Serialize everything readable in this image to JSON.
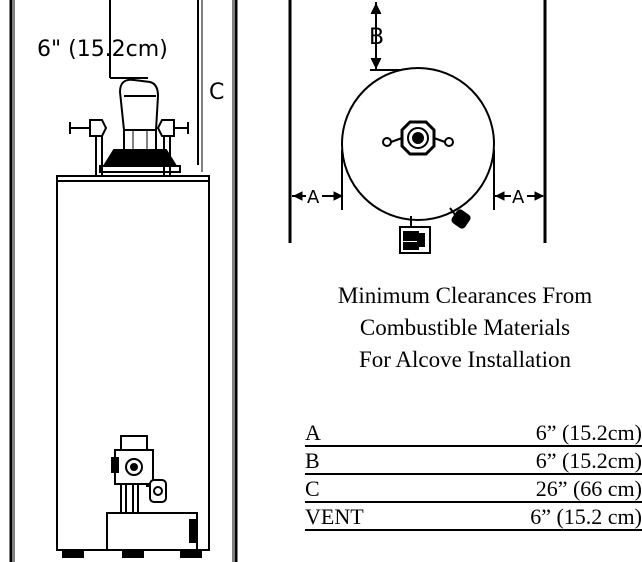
{
  "front_view": {
    "vent_label": "6\" (15.2cm)",
    "dim_c_label": "C"
  },
  "top_view": {
    "dim_b_label": "B",
    "dim_a_left_label": "A",
    "dim_a_right_label": "A"
  },
  "caption": {
    "line1": "Minimum Clearances From",
    "line2": "Combustible Materials",
    "line3": "For Alcove Installation"
  },
  "clearances": [
    {
      "key": "A",
      "value": "6” (15.2cm)"
    },
    {
      "key": "B",
      "value": "6” (15.2cm)"
    },
    {
      "key": "C",
      "value": "26” (66 cm)"
    },
    {
      "key": "VENT",
      "value": "6” (15.2 cm)"
    }
  ],
  "colors": {
    "ink": "#000000",
    "background": "#ffffff"
  }
}
